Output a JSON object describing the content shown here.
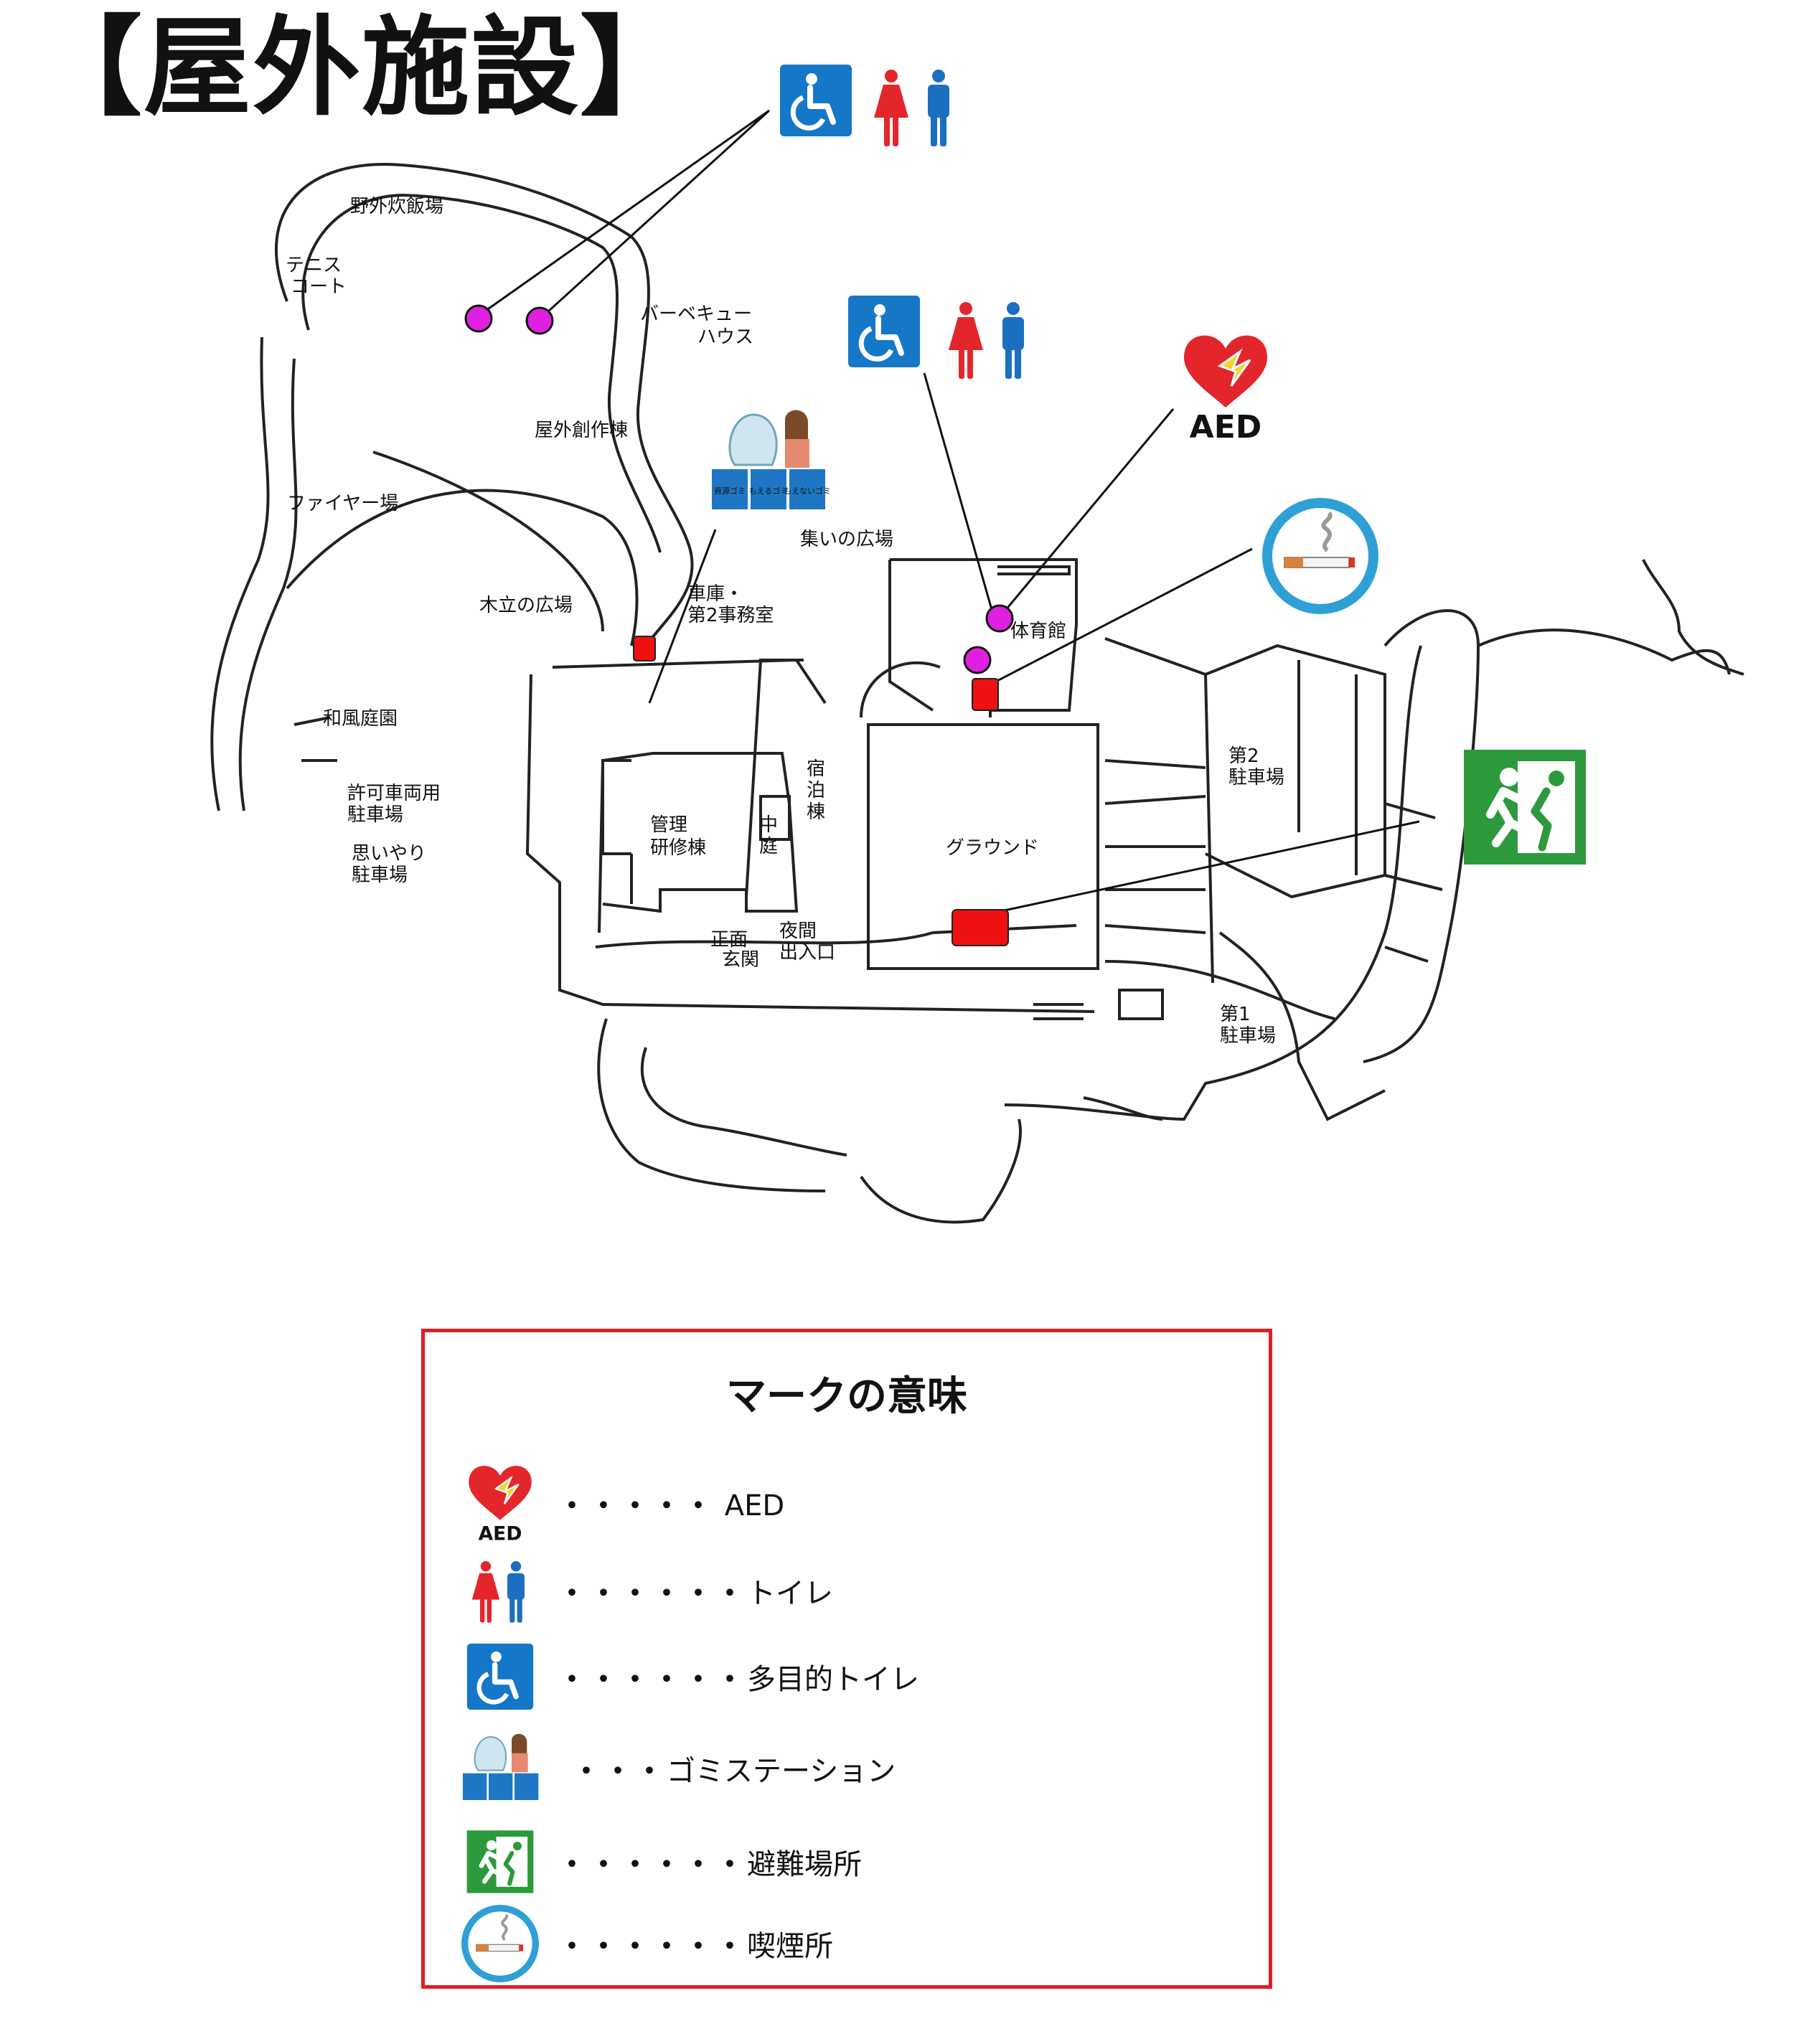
{
  "title": "【屋外施設】",
  "map": {
    "labels": {
      "cooking": "野外炊飯場",
      "tennis1": "テニス",
      "tennis2": "コート",
      "bbq1": "バーベキュー",
      "bbq2": "ハウス",
      "craft": "屋外創作棟",
      "fire": "ファイヤー場",
      "grove": "木立の広場",
      "garage1": "車庫・",
      "garage2": "第2事務室",
      "plaza": "集いの広場",
      "gym": "体育館",
      "japanese_garden": "和風庭園",
      "permit1": "許可車両用",
      "permit2": "駐車場",
      "consid1": "思いやり",
      "consid2": "駐車場",
      "admin1": "管理",
      "admin2": "研修棟",
      "court1": "中",
      "court2": "庭",
      "lodge1": "宿",
      "lodge2": "泊",
      "lodge3": "棟",
      "ground": "グラウンド",
      "parking2a": "第2",
      "parking2b": "駐車場",
      "entrance1": "正面",
      "entrance2": "玄関",
      "night1": "夜間",
      "night2": "出入口",
      "parking1a": "第1",
      "parking1b": "駐車場"
    },
    "icons": {
      "aed_text": "AED",
      "bin_labels": [
        "資源ゴミ",
        "もえるゴミ",
        "もえないゴミ"
      ]
    },
    "colors": {
      "toilet_dot": "#e020e0",
      "marker": "#ee1111",
      "accessible_blue": "#1577c8",
      "female_red": "#e3262b",
      "male_blue": "#1c6fc0",
      "exit_green": "#2c9a3c",
      "smoking_ring": "#2ea0d6",
      "aed_red": "#e3262b"
    }
  },
  "legend": {
    "title": "マークの意味",
    "items": [
      {
        "icon": "aed-icon",
        "dots": "・・・・・",
        "label": "AED"
      },
      {
        "icon": "toilet-icon",
        "dots": "・・・・・・",
        "label": "トイレ"
      },
      {
        "icon": "accessible-toilet-icon",
        "dots": "・・・・・・",
        "label": "多目的トイレ"
      },
      {
        "icon": "garbage-station-icon",
        "dots": "・・・",
        "label": "ゴミステーション"
      },
      {
        "icon": "evacuation-icon",
        "dots": "・・・・・・",
        "label": "避難場所"
      },
      {
        "icon": "smoking-icon",
        "dots": "・・・・・・",
        "label": "喫煙所"
      }
    ]
  }
}
